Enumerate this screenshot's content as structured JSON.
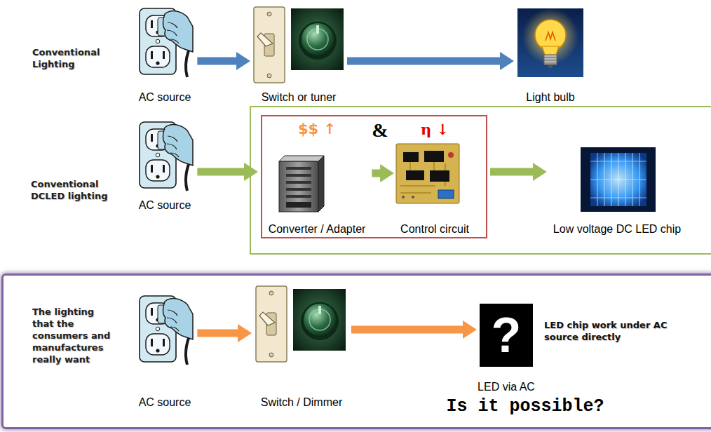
{
  "diagram": {
    "nodes": [
      {
        "text": [
          "AC source"
        ]
      },
      {
        "text": [
          "Switch or tuner"
        ]
      },
      {
        "text": [
          "Light bulb"
        ]
      },
      {
        "text": [
          "AC source"
        ]
      },
      {
        "text": [
          "&"
        ]
      },
      {
        "text": [
          "$$ ↑",
          "Converter / Adapter"
        ],
        "in": 4
      },
      {
        "text": [
          "η ↓",
          "Control circuit"
        ],
        "in": 4
      },
      {
        "text": [
          "Low voltage DC LED chip"
        ]
      },
      {
        "text": [
          "The lighting that the consumers and manufactures really want",
          "LED chip work under AC source directly",
          "Is it possible?"
        ]
      },
      {
        "text": [
          "AC source"
        ],
        "in": 8
      },
      {
        "text": [
          "Switch / Dimmer"
        ],
        "in": 8
      },
      {
        "text": [
          "?",
          "LED via AC"
        ],
        "in": 8
      }
    ],
    "edges": [
      {
        "from": 0,
        "to": 1,
        "arrow": "to"
      },
      {
        "from": 1,
        "to": 2,
        "arrow": "to"
      },
      {
        "from": 3,
        "to": 4,
        "arrow": "to"
      },
      {
        "from": 5,
        "to": 6,
        "arrow": "to"
      },
      {
        "from": 4,
        "to": 7,
        "arrow": "to"
      },
      {
        "from": 9,
        "to": 10,
        "arrow": "to"
      },
      {
        "from": 10,
        "to": 11,
        "arrow": "to"
      }
    ],
    "labels": [
      "Conventional Lighting",
      "Conventional DCLED lighting"
    ]
  }
}
